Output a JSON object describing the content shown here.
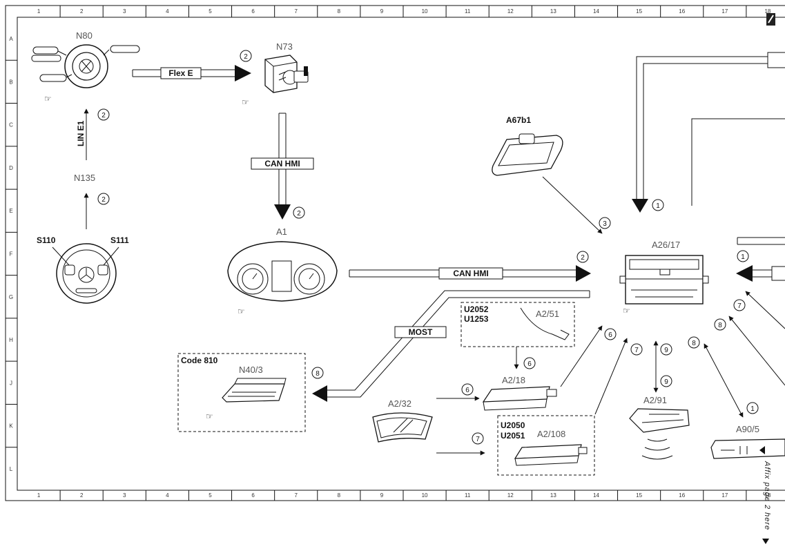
{
  "grid": {
    "cols": [
      "1",
      "2",
      "3",
      "4",
      "5",
      "6",
      "7",
      "8",
      "9",
      "10",
      "11",
      "12",
      "13",
      "14",
      "15",
      "16",
      "17",
      "18"
    ],
    "rows": [
      "A",
      "B",
      "C",
      "D",
      "E",
      "F",
      "G",
      "H",
      "J",
      "K",
      "L"
    ]
  },
  "components": {
    "n80": "N80",
    "n73": "N73",
    "n135": "N135",
    "s110": "S110",
    "s111": "S111",
    "a1": "A1",
    "a67b1": "A67b1",
    "a26_17": "A26/17",
    "n40_3": "N40/3",
    "a2_51": "A2/51",
    "a2_18": "A2/18",
    "a2_32": "A2/32",
    "a2_108": "A2/108",
    "a2_91": "A2/91",
    "a90_5": "A90/5"
  },
  "codes": {
    "code810": "Code 810",
    "u2052": "U2052",
    "u1253": "U1253",
    "u2050": "U2050",
    "u2051": "U2051"
  },
  "buses": {
    "flex_e": "Flex E",
    "lin_e1": "LIN E1",
    "can_hmi_1": "CAN HMI",
    "can_hmi_2": "CAN HMI",
    "most": "MOST"
  },
  "markers": {
    "m_n80_n73": "2",
    "m_lin": "2",
    "m_n135": "2",
    "m_can_a1": "2",
    "m_can_a26": "2",
    "m_a67": "3",
    "m_a26_left": "1",
    "m_a26_right": "1",
    "m_n40": "8",
    "m_a218_top": "6",
    "m_a218_left": "6",
    "m_a218_up": "6",
    "m_a2108_left": "7",
    "m_a2108_up": "7",
    "m_a291_top": "9",
    "m_a291_bot": "9",
    "m_a905_up": "8",
    "m_a905_down": "1",
    "m_right_7": "7",
    "m_right_8": "8"
  },
  "side_note": "Affix page 2 here"
}
